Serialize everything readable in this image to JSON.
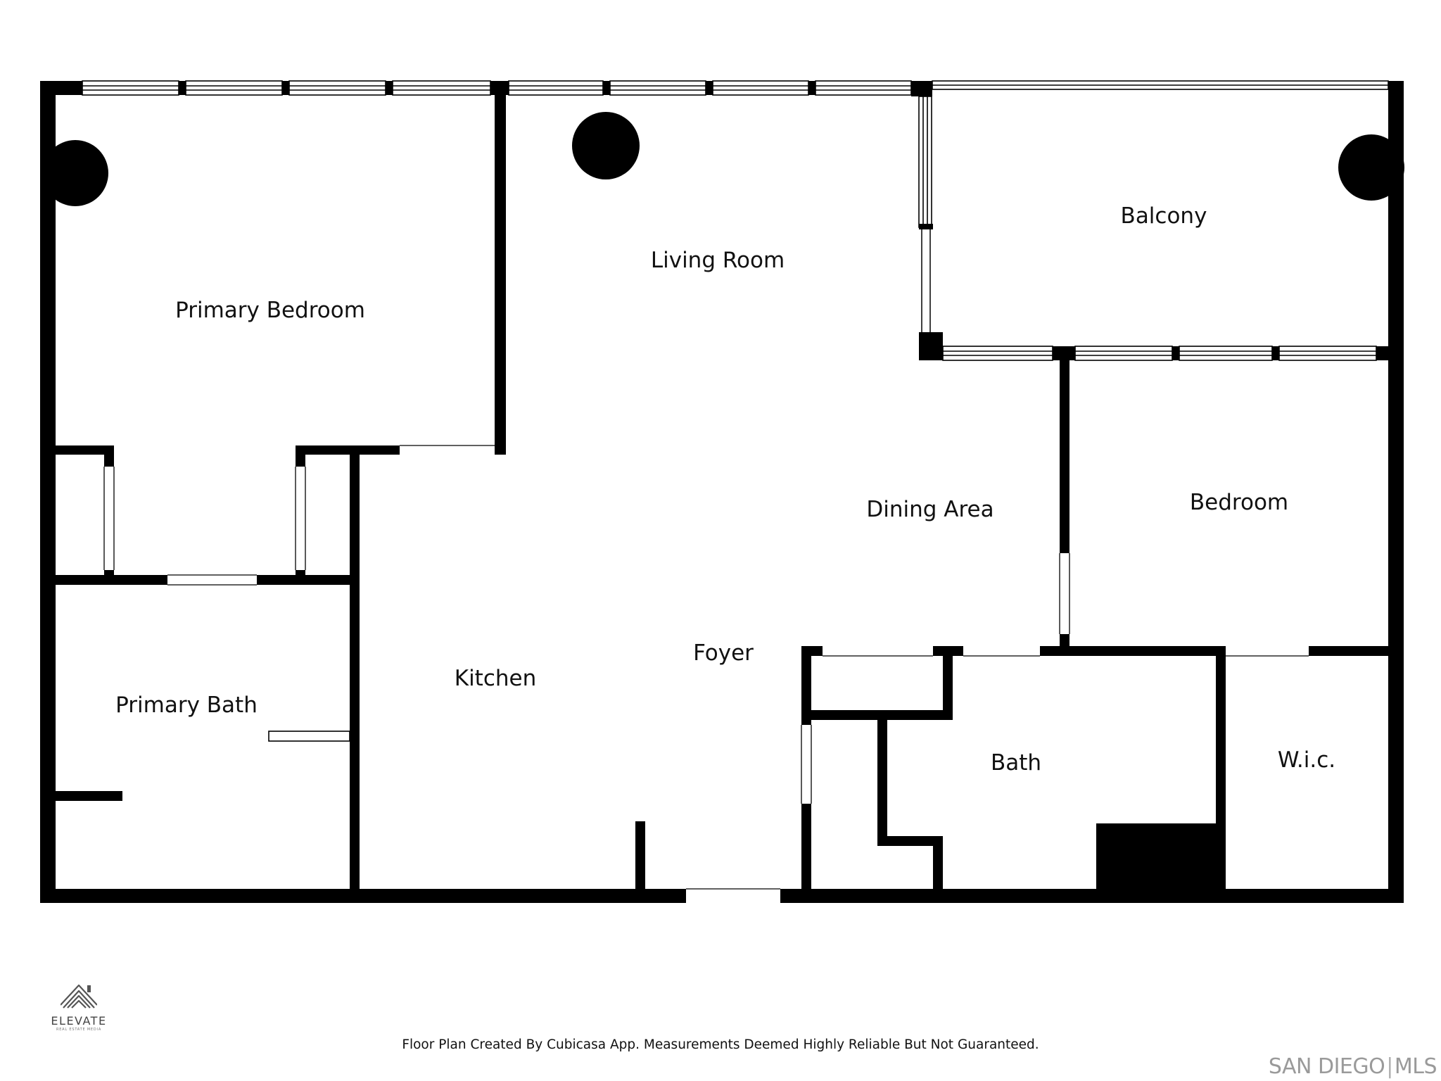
{
  "rooms": {
    "primary_bedroom": "Primary Bedroom",
    "living_room": "Living Room",
    "balcony": "Balcony",
    "dining_area": "Dining Area",
    "bedroom": "Bedroom",
    "kitchen": "Kitchen",
    "foyer": "Foyer",
    "primary_bath": "Primary Bath",
    "bath": "Bath",
    "wic": "W.i.c."
  },
  "footer": {
    "disclaimer": "Floor Plan Created By Cubicasa App. Measurements Deemed Highly Reliable But Not Guaranteed."
  },
  "logo": {
    "name": "ELEVATE",
    "tagline": "REAL ESTATE MEDIA"
  },
  "mls_badge": {
    "left": "SAN DIEGO",
    "divider": "|",
    "right": "MLS"
  },
  "colors": {
    "wall": "#000000",
    "background": "#ffffff",
    "label": "#111111",
    "mls_text": "#9a9a9a"
  }
}
